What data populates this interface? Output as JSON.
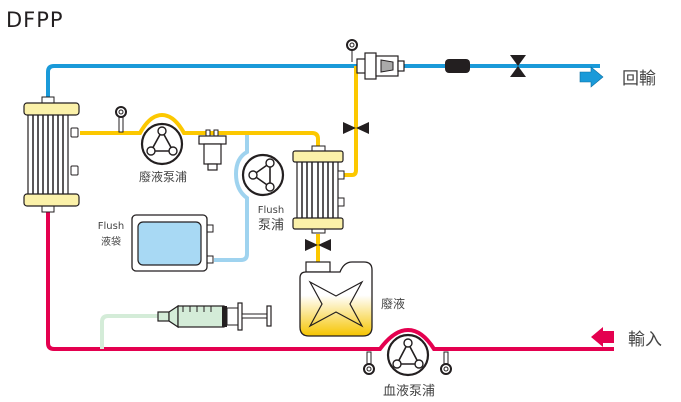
{
  "title": "DFPP",
  "labels": {
    "waste_pump": "廢液泵浦",
    "flush_pump_line1": "Flush",
    "flush_pump_line2": "泵浦",
    "flush_bag_line1": "Flush",
    "flush_bag_line2": "液袋",
    "waste": "廢液",
    "blood_pump": "血液泵浦",
    "return": "回輸",
    "input": "輸入"
  },
  "colors": {
    "return_line": "#1a9ad9",
    "plasma_line": "#fcc800",
    "blood_line": "#e4004f",
    "flush_line": "#9fd3ef",
    "syringe_line": "#d4ecd8",
    "filter_cap": "#fbf1a9",
    "outline": "#231f20"
  }
}
